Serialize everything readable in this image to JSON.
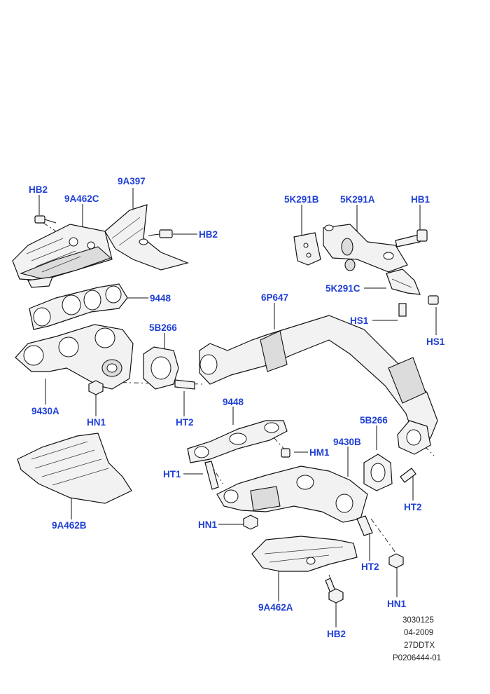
{
  "colors": {
    "callout": "#1f3fd6",
    "line": "#111111",
    "part_fill": "#f2f2f2"
  },
  "labels": {
    "hb2_top": "HB2",
    "c9a462c": "9A462C",
    "c9a397": "9A397",
    "hb2_right": "HB2",
    "c5k291b": "5K291B",
    "c5k291a": "5K291A",
    "hb1": "HB1",
    "c5k291c": "5K291C",
    "hs1_left": "HS1",
    "hs1_right": "HS1",
    "c9448_top": "9448",
    "c6p647": "6P647",
    "c5b266_left": "5B266",
    "c9430a": "9430A",
    "hn1_left": "HN1",
    "ht2_left": "HT2",
    "c9448_mid": "9448",
    "c5b266_right": "5B266",
    "c9430b": "9430B",
    "hm1": "HM1",
    "ht1": "HT1",
    "c9a462b": "9A462B",
    "ht2_right": "HT2",
    "hn1_mid": "HN1",
    "ht2_bottom": "HT2",
    "c9a462a": "9A462A",
    "hn1_bottom": "HN1",
    "hb2_bottom": "HB2"
  },
  "footer": {
    "code": "3030125",
    "date": "04-2009",
    "model": "27DDTX",
    "ref": "P0206444-01"
  }
}
